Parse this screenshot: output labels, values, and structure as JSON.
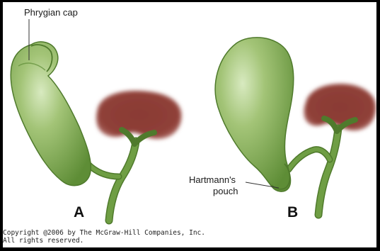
{
  "labels": {
    "phrygian_cap": "Phrygian cap",
    "hartmanns_pouch_line1": "Hartmann's",
    "hartmanns_pouch_line2": "pouch"
  },
  "panels": {
    "a": "A",
    "b": "B"
  },
  "copyright": {
    "line1": "Copyright @2006 by The McGraw-Hill Companies, Inc.",
    "line2": "All rights reserved."
  },
  "colors": {
    "gallbladder": "#7ea64e",
    "gallbladder_outline": "#4f7a2c",
    "highlight": "#d8eac0",
    "duct": "#5f8f3a",
    "liver_lobe": "#8a3a34",
    "background": "#ffffff",
    "frame": "#000000"
  }
}
